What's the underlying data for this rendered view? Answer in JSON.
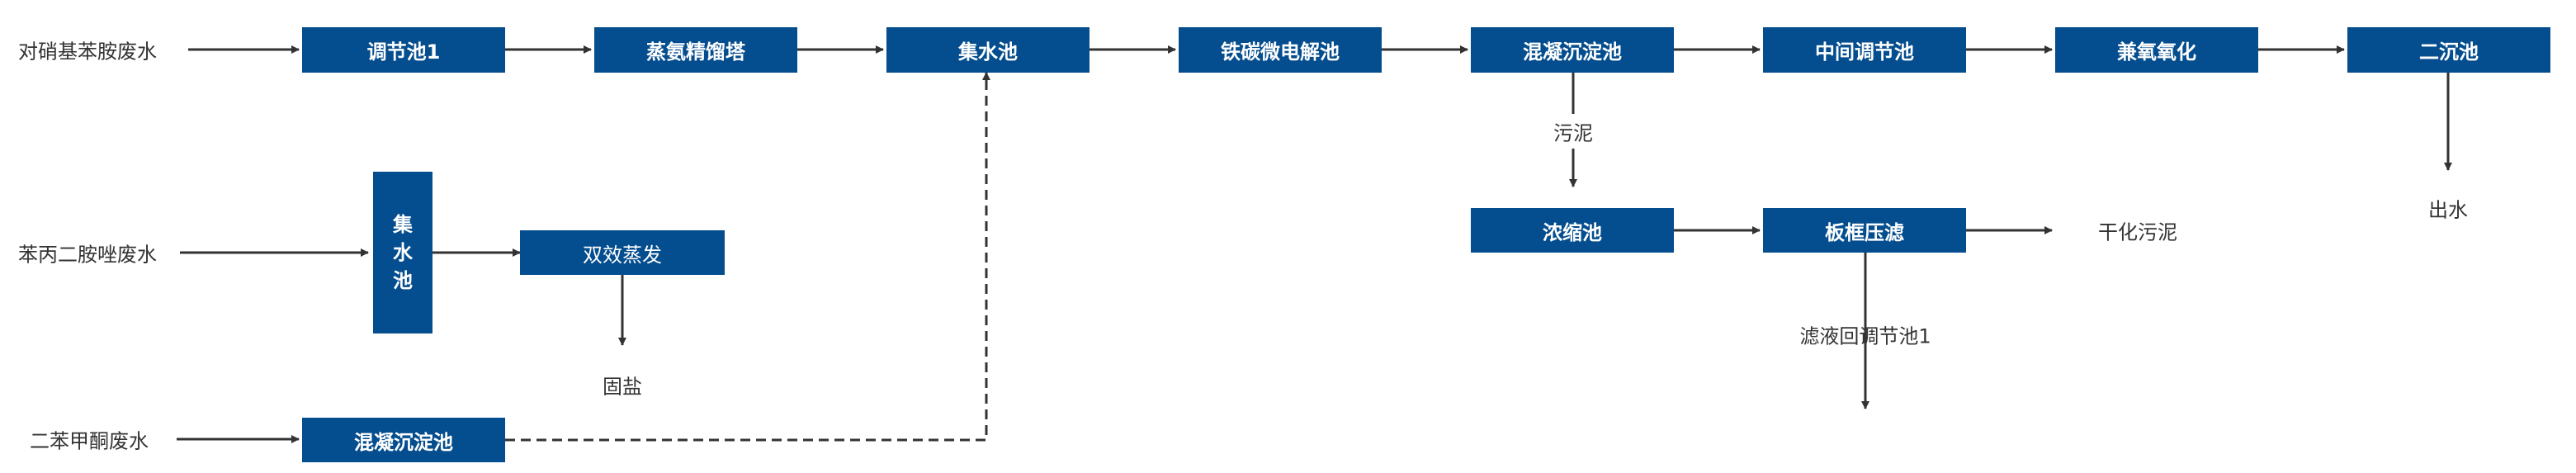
{
  "colors": {
    "box_fill": "#044d8e",
    "box_text": "#ffffff",
    "line": "#333333",
    "text": "#333333"
  },
  "inputs": {
    "source1": "对硝基苯胺废水",
    "source2": "苯丙二胺唑废水",
    "source3": "二苯甲酮废水"
  },
  "process": {
    "tiaojiechi1": "调节池1",
    "zhengan": "蒸氨精馏塔",
    "jishuichi": "集水池",
    "tietan": "铁碳微电解池",
    "hunning1": "混凝沉淀池",
    "zhongjian": "中间调节池",
    "jianyang": "兼氧氧化",
    "erchen": "二沉池",
    "jishuichi_small": [
      "集",
      "水",
      "池"
    ],
    "shuangxiao": "双效蒸发",
    "hunning2": "混凝沉淀池",
    "nongsuo": "浓缩池",
    "bankuang": "板框压滤"
  },
  "outputs": {
    "wuni": "污泥",
    "chushui": "出水",
    "ganhua": "干化污泥",
    "guyan": "固盐",
    "lvye": "滤液回调节池1"
  }
}
